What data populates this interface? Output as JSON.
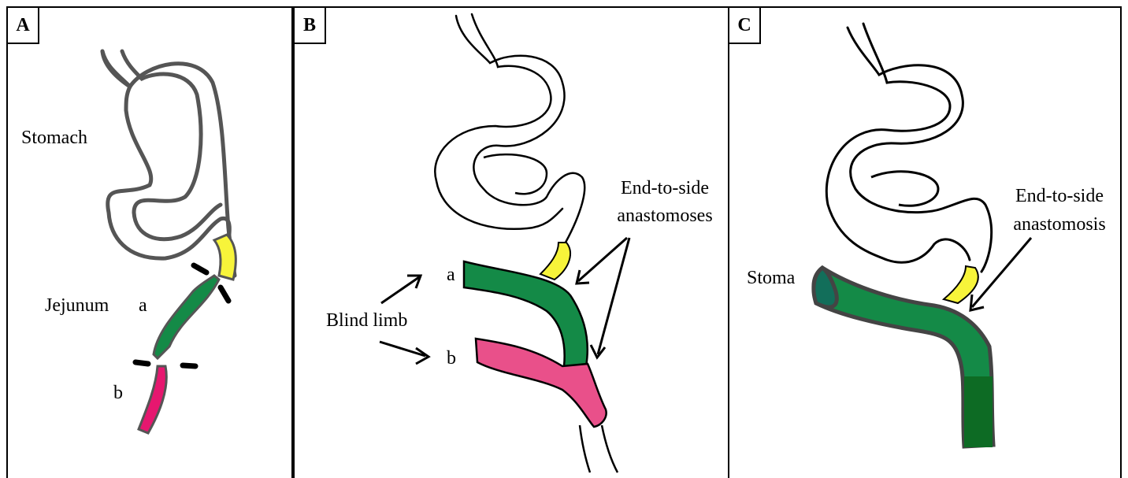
{
  "panels": [
    {
      "letter": "A",
      "labels": {
        "stomach": "Stomach",
        "jejunum": "Jejunum",
        "a": "a",
        "b": "b"
      }
    },
    {
      "letter": "B",
      "labels": {
        "anastomoses_line1": "End-to-side",
        "anastomoses_line2": "anastomoses",
        "blind_limb": "Blind limb",
        "a": "a",
        "b": "b"
      }
    },
    {
      "letter": "C",
      "labels": {
        "anastomosis_line1": "End-to-side",
        "anastomosis_line2": "anastomosis",
        "stoma": "Stoma"
      }
    }
  ],
  "colors": {
    "yellow_segment": "#f7f43a",
    "green_segment": "#148a47",
    "pink_segment_a": "#e6176f",
    "pink_segment_b": "#e9508a",
    "outline_a": "#555555",
    "outline_bc": "#000000"
  }
}
